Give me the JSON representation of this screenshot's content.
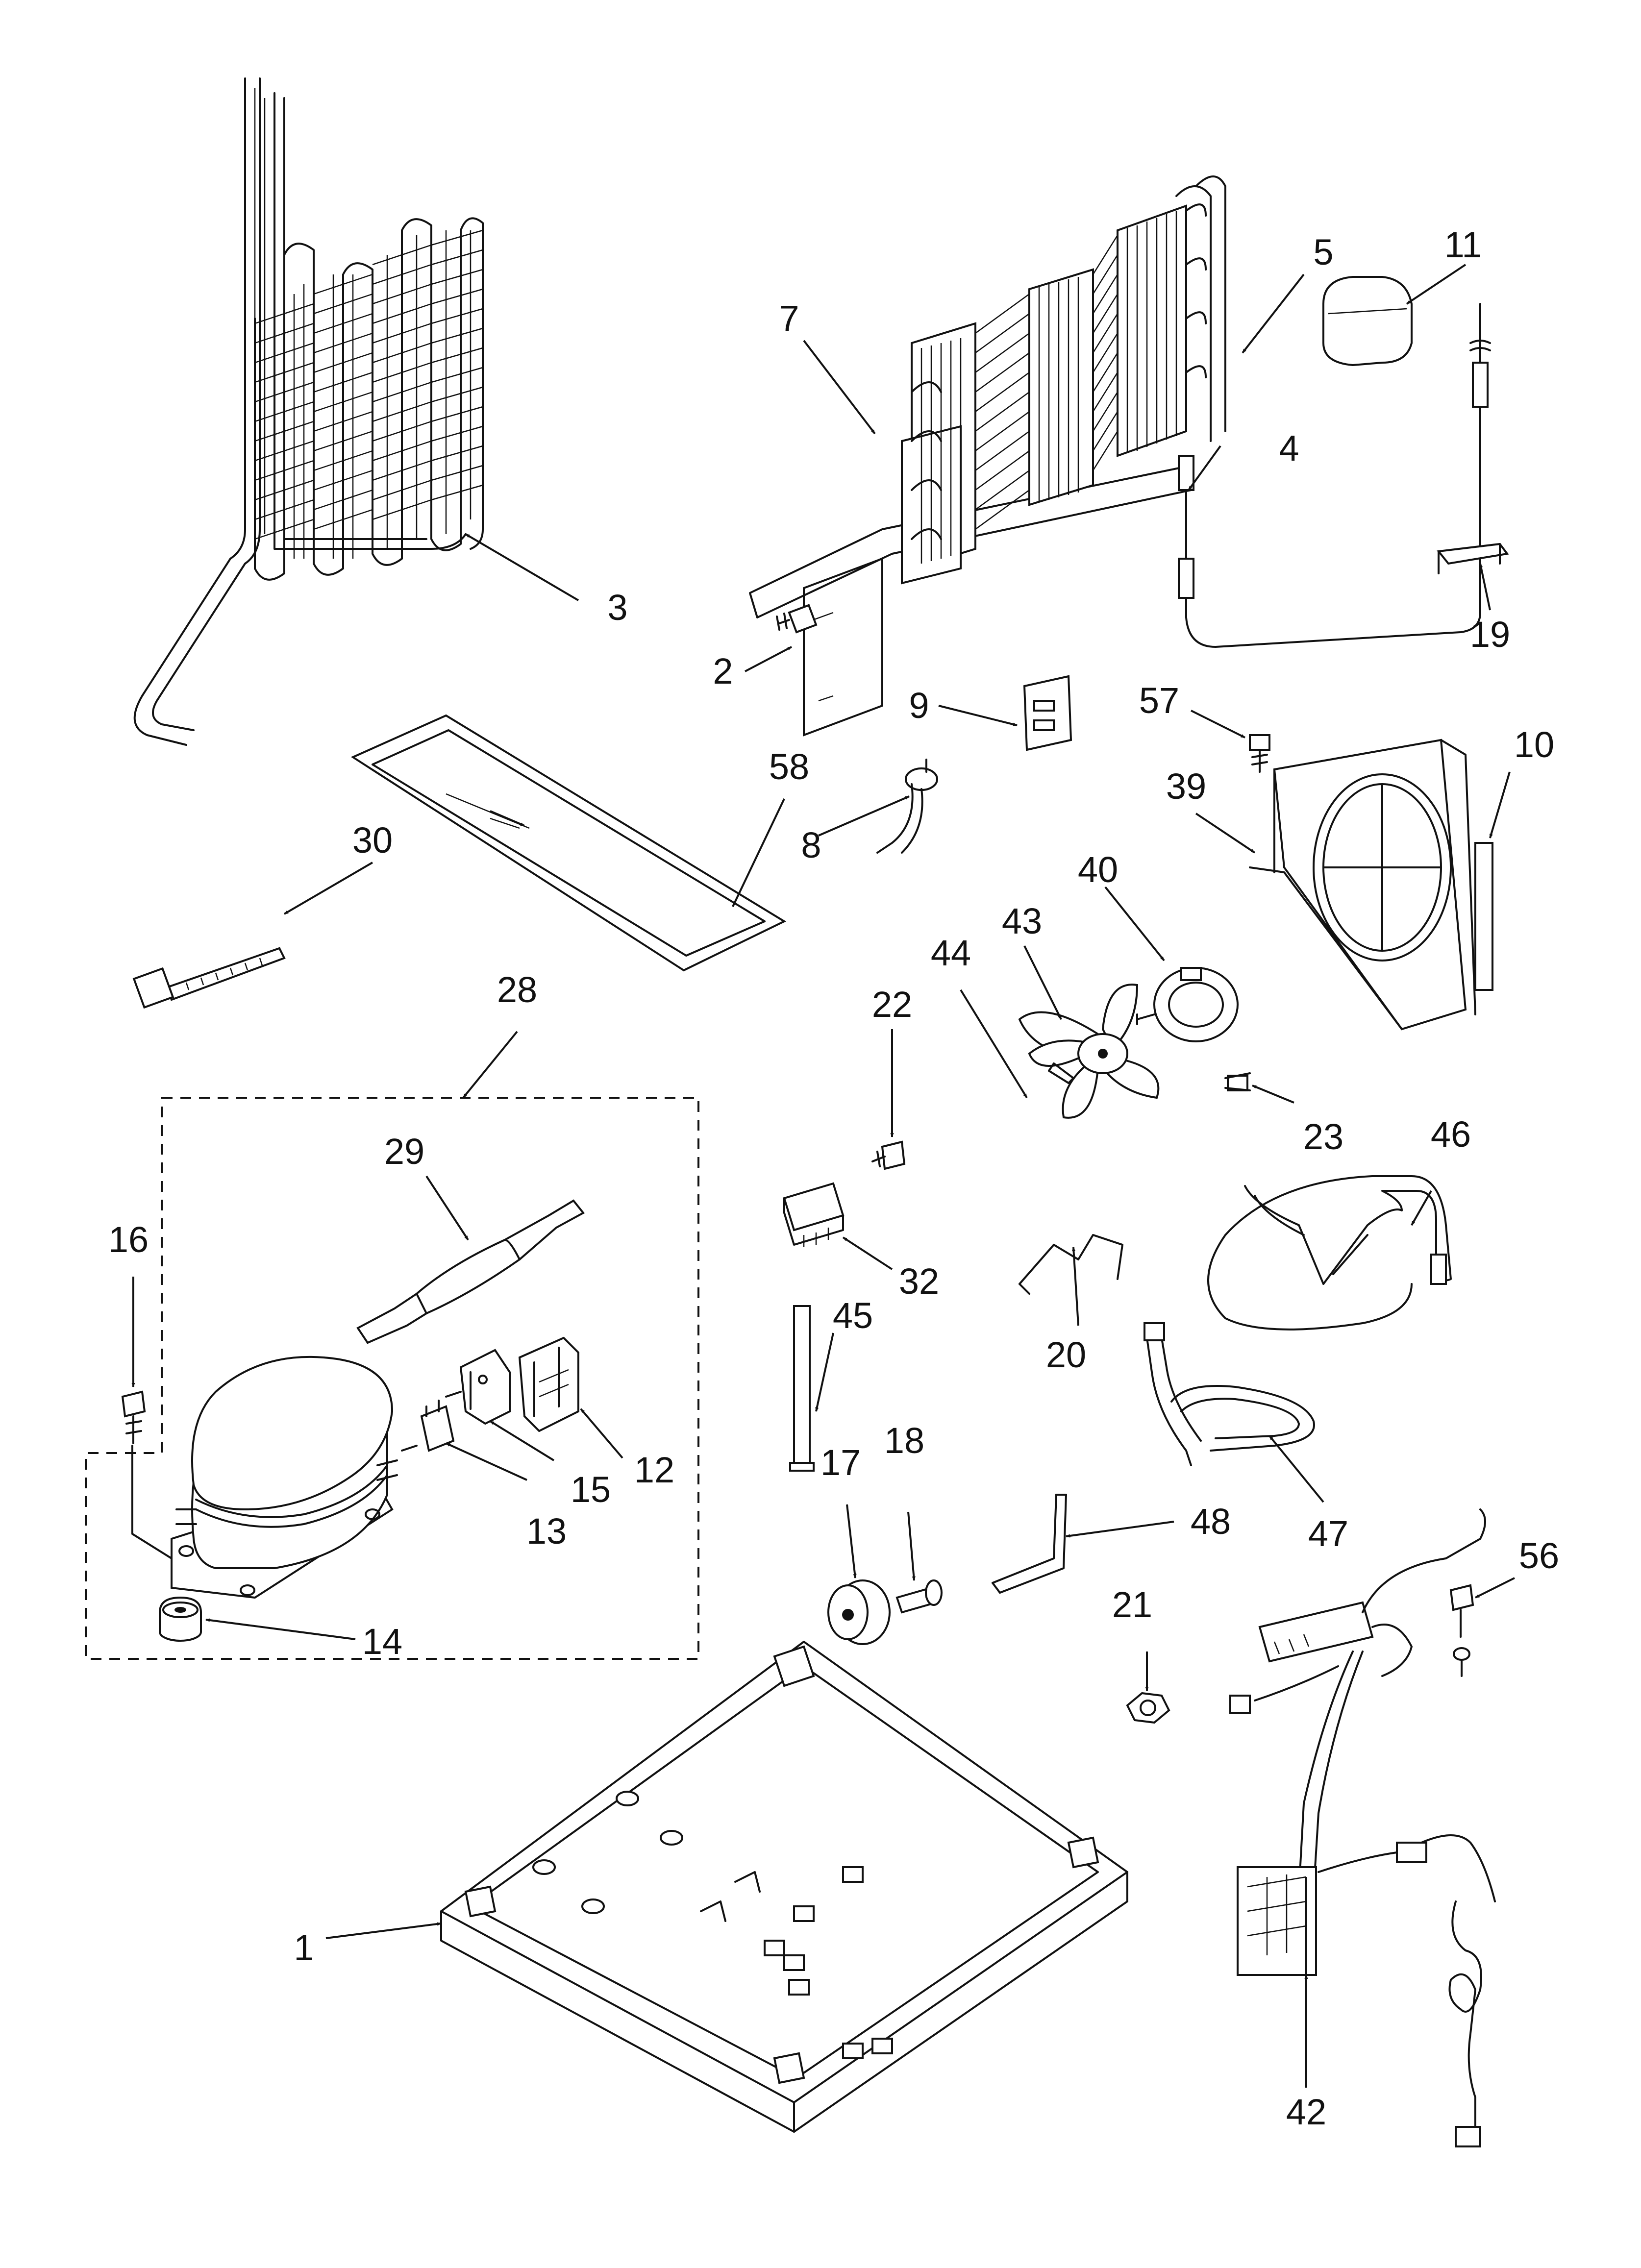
{
  "diagram": {
    "callouts": [
      {
        "id": "p1",
        "text": "1"
      },
      {
        "id": "p2",
        "text": "2"
      },
      {
        "id": "p3",
        "text": "3"
      },
      {
        "id": "p4",
        "text": "4"
      },
      {
        "id": "p5",
        "text": "5"
      },
      {
        "id": "p7",
        "text": "7"
      },
      {
        "id": "p8",
        "text": "8"
      },
      {
        "id": "p9",
        "text": "9"
      },
      {
        "id": "p10",
        "text": "10"
      },
      {
        "id": "p11",
        "text": "11"
      },
      {
        "id": "p12",
        "text": "12"
      },
      {
        "id": "p13",
        "text": "13"
      },
      {
        "id": "p14",
        "text": "14"
      },
      {
        "id": "p15",
        "text": "15"
      },
      {
        "id": "p16",
        "text": "16"
      },
      {
        "id": "p17",
        "text": "17"
      },
      {
        "id": "p18",
        "text": "18"
      },
      {
        "id": "p19",
        "text": "19"
      },
      {
        "id": "p20",
        "text": "20"
      },
      {
        "id": "p21",
        "text": "21"
      },
      {
        "id": "p22",
        "text": "22"
      },
      {
        "id": "p23",
        "text": "23"
      },
      {
        "id": "p28",
        "text": "28"
      },
      {
        "id": "p29",
        "text": "29"
      },
      {
        "id": "p30",
        "text": "30"
      },
      {
        "id": "p32",
        "text": "32"
      },
      {
        "id": "p39",
        "text": "39"
      },
      {
        "id": "p40",
        "text": "40"
      },
      {
        "id": "p42",
        "text": "42"
      },
      {
        "id": "p43",
        "text": "43"
      },
      {
        "id": "p44",
        "text": "44"
      },
      {
        "id": "p45",
        "text": "45"
      },
      {
        "id": "p46",
        "text": "46"
      },
      {
        "id": "p47",
        "text": "47"
      },
      {
        "id": "p48",
        "text": "48"
      },
      {
        "id": "p56",
        "text": "56"
      },
      {
        "id": "p57",
        "text": "57"
      },
      {
        "id": "p58",
        "text": "58"
      }
    ]
  }
}
